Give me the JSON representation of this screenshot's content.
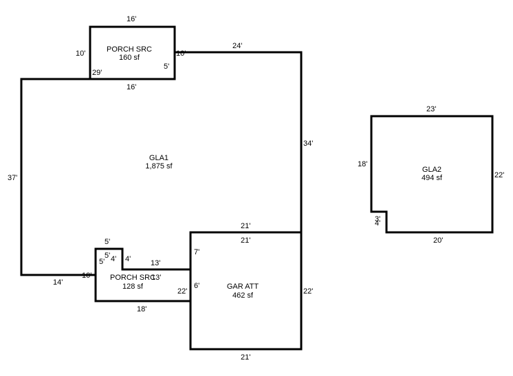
{
  "areas": {
    "porch_top": {
      "name": "PORCH SRC",
      "size": "160 sf"
    },
    "gla1": {
      "name": "GLA1",
      "size": "1,875 sf"
    },
    "porch_bottom": {
      "name": "PORCH SRC",
      "size": "128 sf"
    },
    "garage": {
      "name": "GAR ATT",
      "size": "462 sf"
    },
    "gla2": {
      "name": "GLA2",
      "size": "494 sf"
    }
  },
  "dims": {
    "porch_top_16a": "16'",
    "porch_top_10a": "10'",
    "porch_top_10b": "10'",
    "porch_top_5": "5'",
    "porch_top_16b": "16'",
    "gla1_29": "29'",
    "gla1_24": "24'",
    "gla1_34": "34'",
    "gla1_37": "37'",
    "gla1_14": "14'",
    "gla1_21": "21'",
    "porch_bot_5a": "5'",
    "porch_bot_5b": "5'",
    "porch_bot_5c": "5'",
    "porch_bot_4": "4'",
    "porch_bot_13a": "13'",
    "porch_bot_10": "10'",
    "porch_bot_13b": "13'",
    "porch_bot_18": "18'",
    "porch_bot_22": "22'",
    "gar_21a": "21'",
    "gar_7": "7'",
    "gar_6": "6'",
    "gar_22": "22'",
    "gar_21b": "21'",
    "gla2_23": "23'",
    "gla2_18": "18'",
    "gla2_22": "22'",
    "gla2_3": "3'",
    "gla2_4": "4'",
    "gla2_20": "20'"
  }
}
